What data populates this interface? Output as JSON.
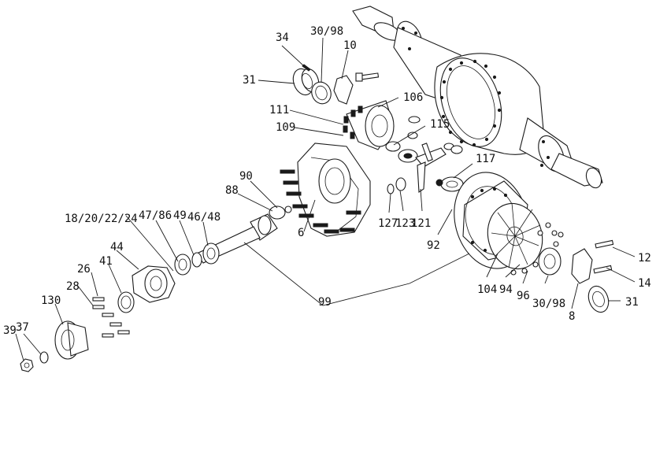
{
  "labels": {
    "l34": "34",
    "l30_98_top": "30/98",
    "l10": "10",
    "l31_top": "31",
    "l106": "106",
    "l111": "111",
    "l109": "109",
    "l115": "115",
    "l90": "90",
    "l88": "88",
    "l117": "117",
    "l18_20_22_24": "18/20/22/24",
    "l47_86": "47/86",
    "l49": "49",
    "l46_48": "46/48",
    "l44": "44",
    "l26": "26",
    "l41": "41",
    "l28": "28",
    "l130": "130",
    "l39": "39",
    "l37": "37",
    "l6": "6",
    "l127": "127",
    "l123": "123",
    "l121": "121",
    "l92": "92",
    "l12": "12",
    "l14": "14",
    "l104": "104",
    "l94": "94",
    "l96": "96",
    "l30_98_bottom": "30/98",
    "l8": "8",
    "l31_bottom": "31",
    "l99": "99"
  }
}
